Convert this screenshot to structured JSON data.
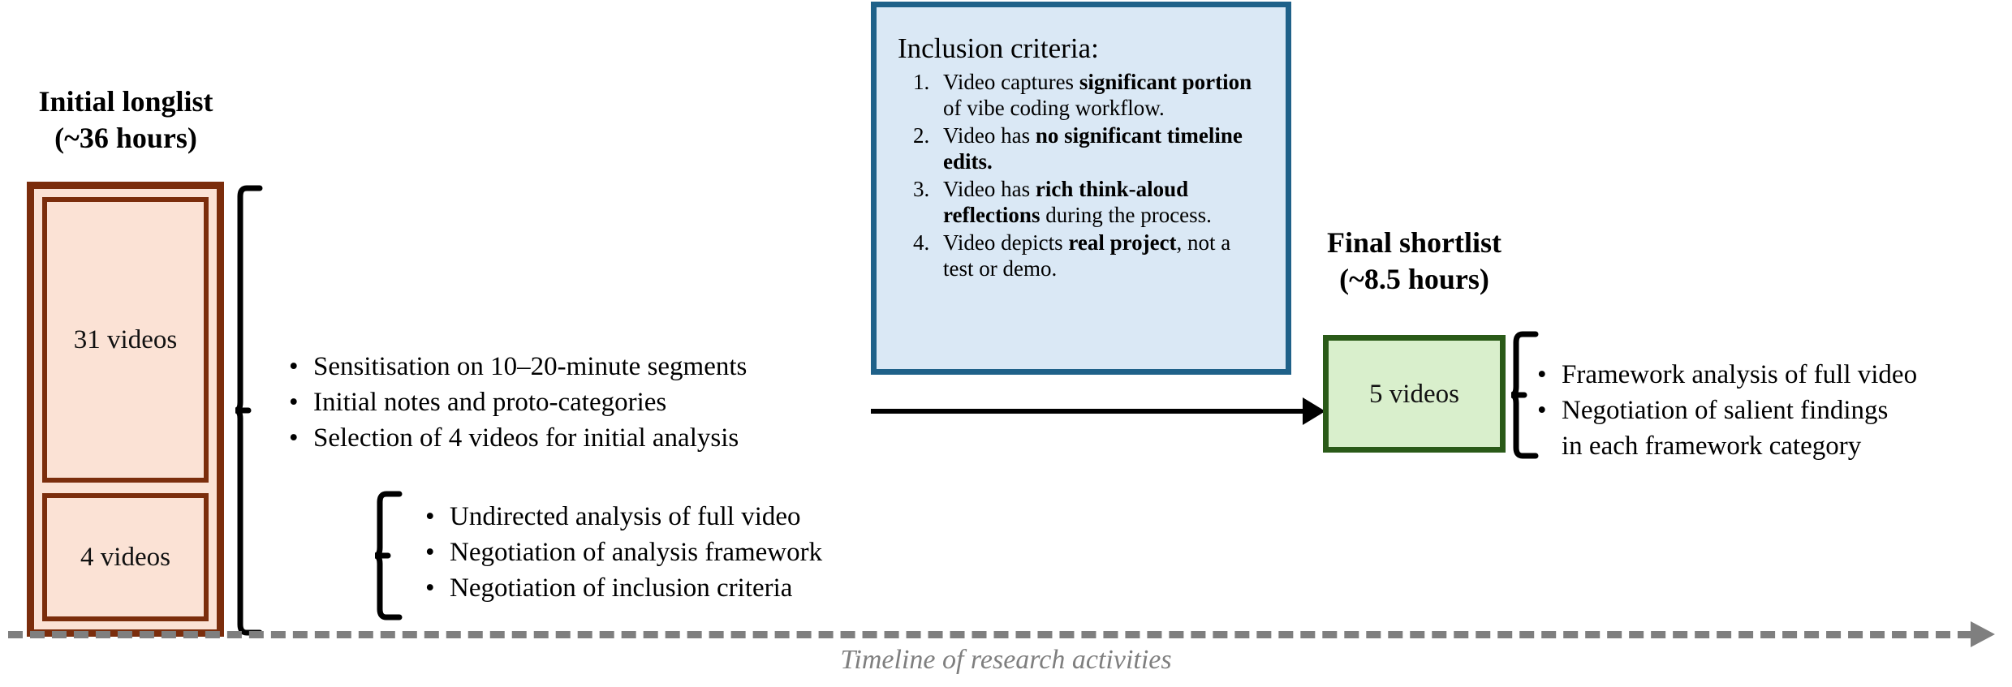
{
  "diagram": {
    "caption": "Timeline of research activities",
    "colors": {
      "longlist_border": "#7B2D0C",
      "longlist_fill": "#FBE2D5",
      "shortlist_border": "#2A5A18",
      "shortlist_fill": "#D9EFCC",
      "criteria_border": "#1F6189",
      "criteria_fill": "#DAE8F5",
      "timeline": "#7F7F7F",
      "arrow": "#000000"
    }
  },
  "longlist": {
    "title_line1": "Initial longlist",
    "title_line2": "(~36 hours)",
    "box_31": "31 videos",
    "box_4": "4 videos"
  },
  "shortlist": {
    "title_line1": "Final shortlist",
    "title_line2": "(~8.5 hours)",
    "box_5": "5 videos"
  },
  "criteria": {
    "heading": "Inclusion criteria:",
    "items": [
      {
        "parts": [
          {
            "text": "Video captures ",
            "bold": false
          },
          {
            "text": "significant portion",
            "bold": true
          },
          {
            "text": " of vibe coding workflow.",
            "bold": false
          }
        ]
      },
      {
        "parts": [
          {
            "text": "Video has ",
            "bold": false
          },
          {
            "text": "no significant timeline edits.",
            "bold": true
          }
        ]
      },
      {
        "parts": [
          {
            "text": "Video has ",
            "bold": false
          },
          {
            "text": "rich think-aloud reflections",
            "bold": true
          },
          {
            "text": " during the process.",
            "bold": false
          }
        ]
      },
      {
        "parts": [
          {
            "text": "Video depicts ",
            "bold": false
          },
          {
            "text": "real project",
            "bold": true
          },
          {
            "text": ", not a test or demo.",
            "bold": false
          }
        ]
      }
    ]
  },
  "bullets_sensitisation": [
    "Sensitisation on 10–20-minute segments",
    "Initial notes and proto-categories",
    "Selection of 4 videos for initial analysis"
  ],
  "bullets_undirected": [
    "Undirected analysis of full video",
    "Negotiation of analysis framework",
    "Negotiation of inclusion criteria"
  ],
  "bullets_framework": [
    "Framework analysis of full video",
    "Negotiation of salient findings\nin each framework category"
  ]
}
